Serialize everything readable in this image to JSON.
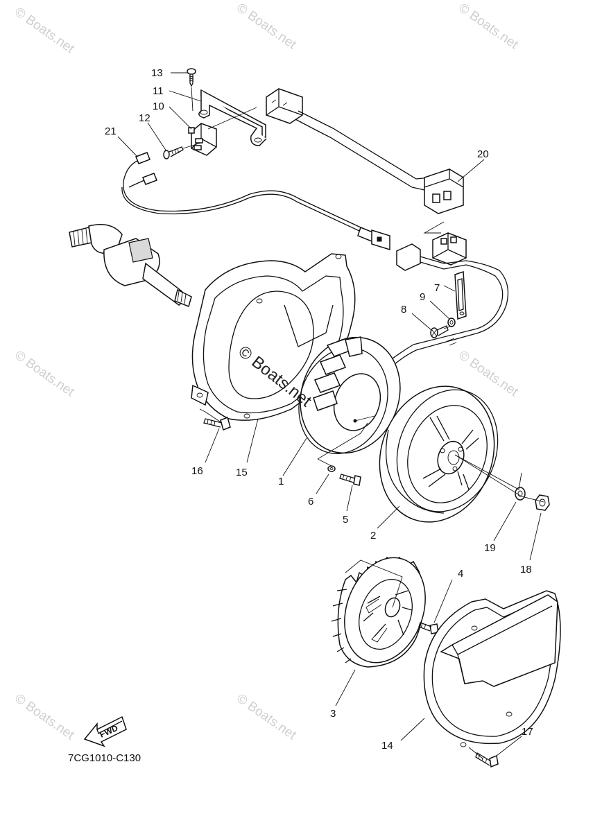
{
  "diagram_code": "7CG1010-C130",
  "fwd_label": "FWD",
  "watermark": "© Boats.net",
  "callouts": [
    {
      "id": "c1",
      "label": "1"
    },
    {
      "id": "c2",
      "label": "2"
    },
    {
      "id": "c3",
      "label": "3"
    },
    {
      "id": "c4",
      "label": "4"
    },
    {
      "id": "c5",
      "label": "5"
    },
    {
      "id": "c6",
      "label": "6"
    },
    {
      "id": "c7",
      "label": "7"
    },
    {
      "id": "c8",
      "label": "8"
    },
    {
      "id": "c9",
      "label": "9"
    },
    {
      "id": "c10",
      "label": "10"
    },
    {
      "id": "c11",
      "label": "11"
    },
    {
      "id": "c12",
      "label": "12"
    },
    {
      "id": "c13",
      "label": "13"
    },
    {
      "id": "c14",
      "label": "14"
    },
    {
      "id": "c15",
      "label": "15"
    },
    {
      "id": "c16",
      "label": "16"
    },
    {
      "id": "c17",
      "label": "17"
    },
    {
      "id": "c18",
      "label": "18"
    },
    {
      "id": "c19",
      "label": "19"
    },
    {
      "id": "c20",
      "label": "20"
    },
    {
      "id": "c21",
      "label": "21"
    }
  ]
}
